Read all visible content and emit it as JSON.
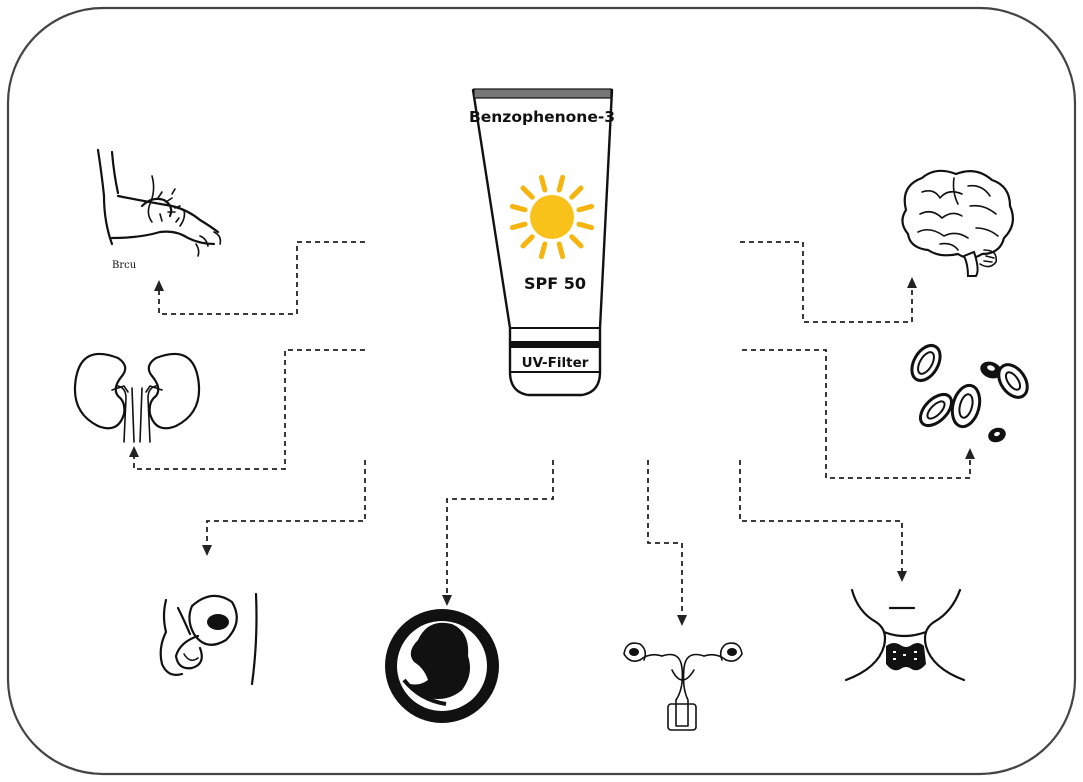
{
  "tube": {
    "cap_label": "Benzophenone-3",
    "spf_label": "SPF 50",
    "band_label": "UV-Filter"
  },
  "colors": {
    "sun": "#F6B40E",
    "sun_core": "#F9C21A",
    "ink": "#111111",
    "frame": "#444444"
  },
  "icons": [
    "skin-allergy-icon",
    "kidneys-icon",
    "male-reproductive-icon",
    "fetus-icon",
    "uterus-icon",
    "thyroid-icon",
    "blood-cells-icon",
    "brain-icon"
  ],
  "skin_caption": "Brcu"
}
